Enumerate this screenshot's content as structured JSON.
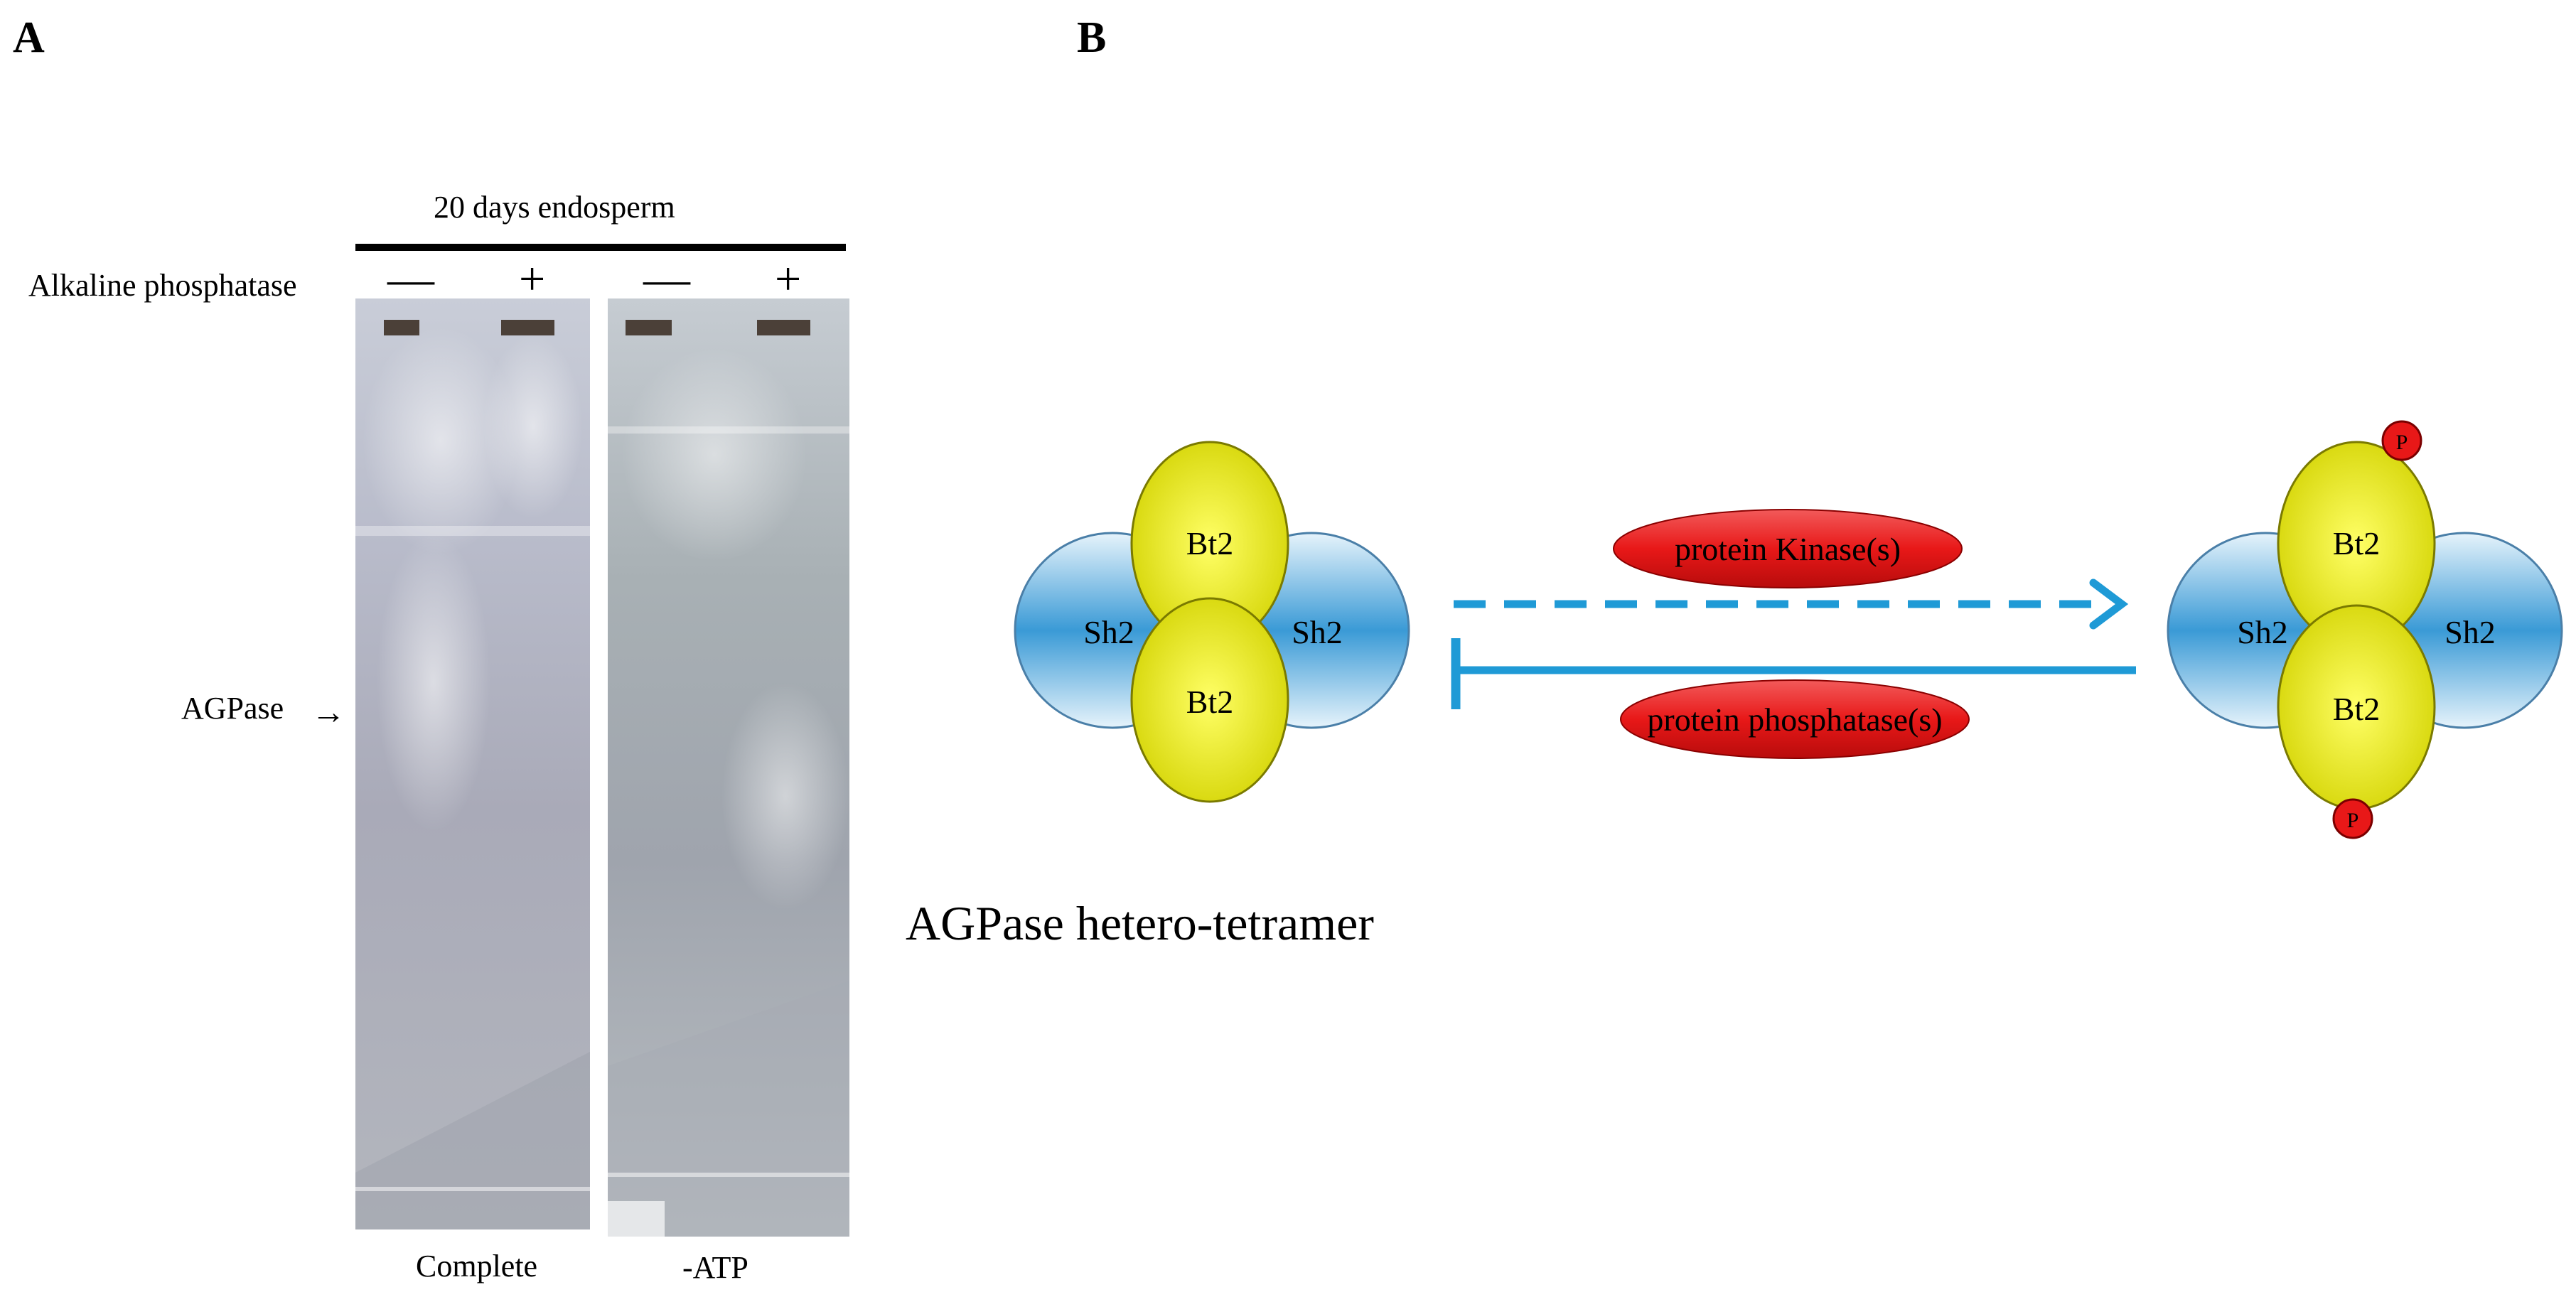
{
  "panel_a": {
    "letter": "A",
    "title": "20 days endosperm",
    "row_label": "Alkaline phosphatase",
    "lane_signs": [
      "—",
      "+",
      "—",
      "+"
    ],
    "band_label": "AGPase",
    "band_arrow": "→",
    "condition_labels": [
      "Complete",
      "-ATP"
    ]
  },
  "panel_b": {
    "letter": "B",
    "left_complex": {
      "large": [
        "Sh2",
        "Sh2"
      ],
      "small": [
        "Bt2",
        "Bt2"
      ]
    },
    "right_complex": {
      "large": [
        "Sh2",
        "Sh2"
      ],
      "small": [
        "Bt2",
        "Bt2"
      ],
      "phospho_marks": [
        "P",
        "P"
      ]
    },
    "kinase_label": "protein Kinase(s)",
    "phosphatase_label": "protein phosphatase(s)",
    "caption": "AGPase hetero-tetramer",
    "colors": {
      "large_subunit": "#3a9ad6",
      "small_subunit": "#d8d800",
      "enzyme": "#e81818",
      "arrow": "#1f9ad6"
    }
  }
}
